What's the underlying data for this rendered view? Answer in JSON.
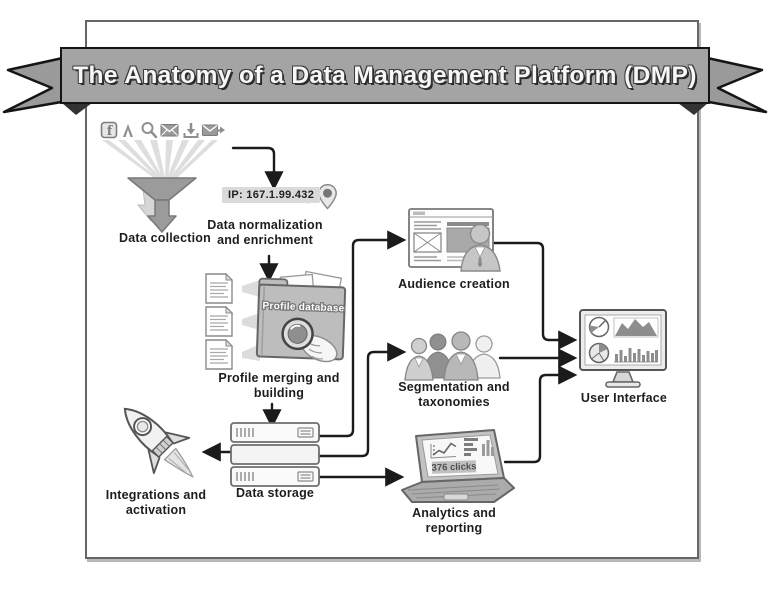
{
  "banner": {
    "title": "The Anatomy of a Data Management Platform (DMP)"
  },
  "collection": {
    "label": "Data collection",
    "source_icons": [
      "facebook-icon",
      "analytics-icon",
      "search-icon",
      "mail-icon",
      "download-icon",
      "mail-send-icon"
    ]
  },
  "normalization": {
    "ip_chip": "IP: 167.1.99.432",
    "label_line1": "Data normalization",
    "label_line2": "and enrichment"
  },
  "profile": {
    "folder_label": "Profile database",
    "label_line1": "Profile merging and",
    "label_line2": "building"
  },
  "storage": {
    "label": "Data storage"
  },
  "integrations": {
    "label_line1": "Integrations and",
    "label_line2": "activation"
  },
  "audience": {
    "label": "Audience creation"
  },
  "segmentation": {
    "label_line1": "Segmentation and",
    "label_line2": "taxonomies"
  },
  "analytics": {
    "label": "Analytics and reporting",
    "screen_badge": "376 clicks"
  },
  "ui": {
    "label": "User Interface"
  },
  "icons": {
    "facebook_glyph": "f"
  },
  "colors": {
    "ribbon_fill": "#a4a4a4",
    "ink": "#1b1b1b",
    "chip_bg": "#dadada",
    "funnel_fill": "#9b9b9b",
    "folder_fill": "#bdbdbd",
    "dark_gray_person": "#909090",
    "light_gray": "#dcdcdc"
  }
}
